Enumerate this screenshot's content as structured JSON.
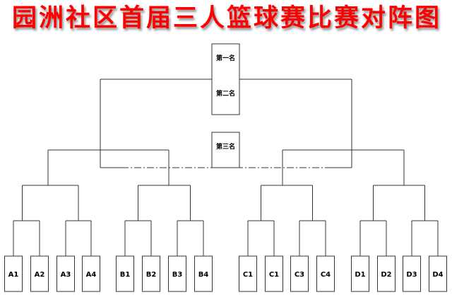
{
  "title": "园洲社区首届三人篮球赛比赛对阵图",
  "places": {
    "first": "第一名",
    "second": "第二名",
    "third": "第三名"
  },
  "teams": [
    "A1",
    "A2",
    "A3",
    "A4",
    "B1",
    "B2",
    "B3",
    "B4",
    "C1",
    "C1",
    "C3",
    "C4",
    "D1",
    "D2",
    "D3",
    "D4"
  ]
}
